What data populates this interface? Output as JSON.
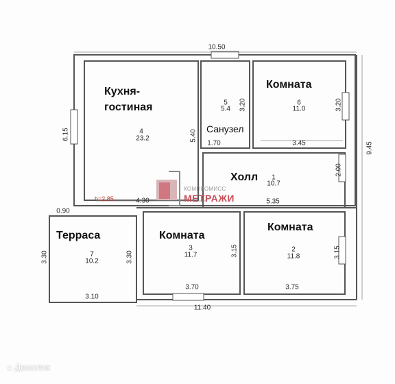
{
  "plan": {
    "overall": {
      "top_width": "10.50",
      "bottom_width": "11.40",
      "right_height": "9.45"
    },
    "rooms": {
      "kitchen": {
        "name_line1": "Кухня-",
        "name_line2": "гостиная",
        "number": "4",
        "area": "23.2",
        "height": "h=2.85",
        "dim_left": "6.15",
        "dim_right": "5.40",
        "dim_bottom": "4.30"
      },
      "bath": {
        "name": "Санузел",
        "number": "5",
        "area": "5.4",
        "dim_right": "3.20",
        "dim_bottom": "1.70"
      },
      "room6": {
        "name": "Комната",
        "number": "6",
        "area": "11.0",
        "dim_right": "3.20",
        "dim_bottom": "3.45"
      },
      "hall": {
        "name": "Холл",
        "number": "1",
        "area": "10.7",
        "dim_right": "2.00",
        "dim_bottom": "5.35"
      },
      "terrace": {
        "name": "Терраса",
        "number": "7",
        "area": "10.2",
        "dim_top": "0.90",
        "dim_left": "3.30",
        "dim_right": "3.30",
        "dim_bottom": "3.10"
      },
      "room3": {
        "name": "Комната",
        "number": "3",
        "area": "11.7",
        "dim_right": "3.15",
        "dim_bottom": "3.70"
      },
      "room2": {
        "name": "Комната",
        "number": "2",
        "area": "11.8",
        "dim_right": "3.15",
        "dim_bottom": "3.75"
      }
    }
  },
  "logo": {
    "top": "КОМПРОМИСС",
    "bottom": "МЕТРАЖИ"
  },
  "watermark": "Домклик",
  "colors": {
    "wall": "#5a5a5a",
    "logo_red": "#c9505b",
    "logo_grey": "#9a9a9a",
    "height_red": "#c0392b"
  }
}
